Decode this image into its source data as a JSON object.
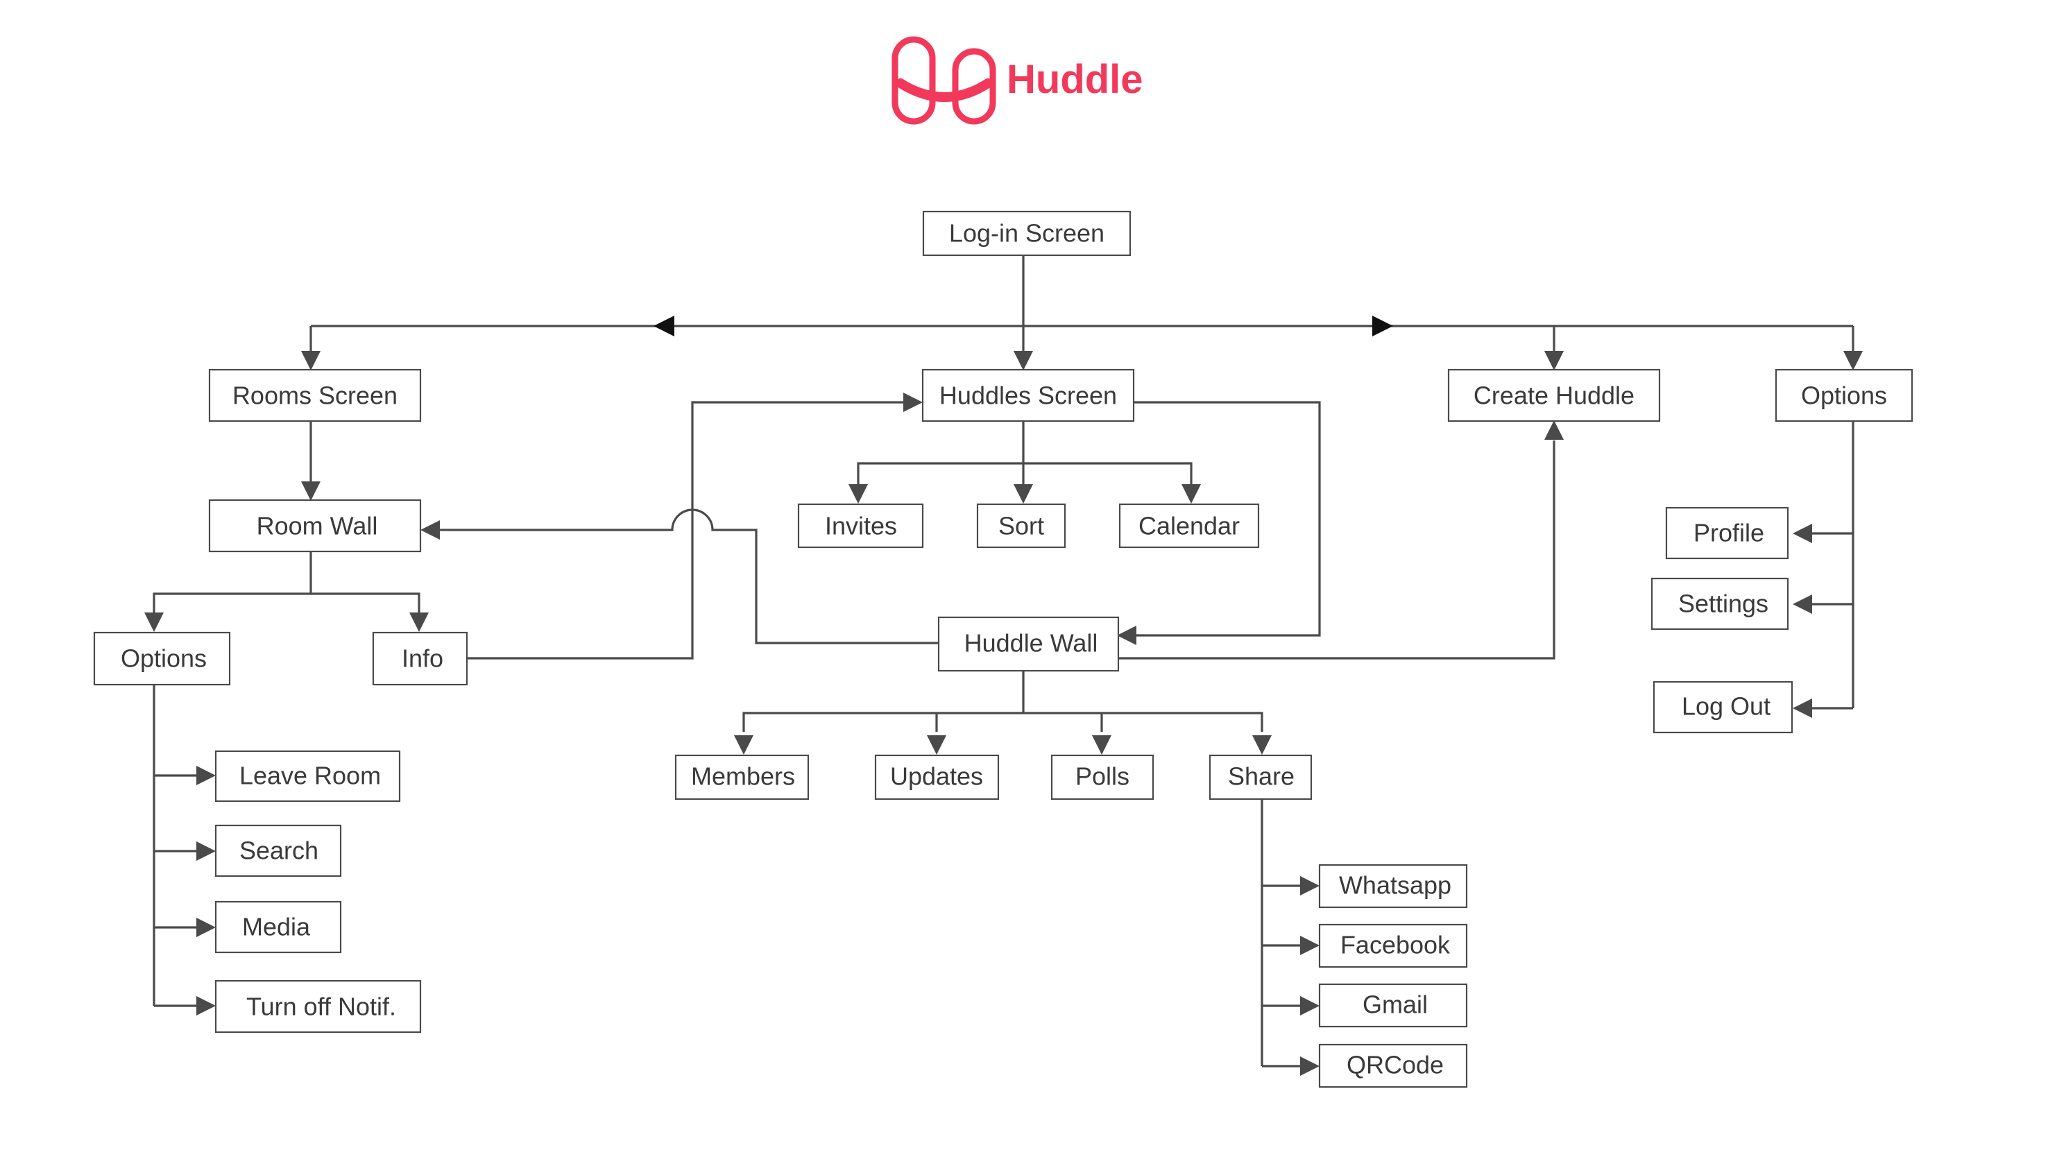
{
  "brand": {
    "name": "Huddle",
    "color": "#f2395b"
  },
  "nodes": {
    "login": "Log-in Screen",
    "rooms": "Rooms Screen",
    "huddles": "Huddles Screen",
    "create": "Create Huddle",
    "options_main": "Options",
    "room_wall": "Room Wall",
    "invites": "Invites",
    "sort": "Sort",
    "calendar": "Calendar",
    "profile": "Profile",
    "settings": "Settings",
    "logout": "Log Out",
    "options_room": "Options",
    "info": "Info",
    "huddle_wall": "Huddle Wall",
    "leave_room": "Leave Room",
    "search": "Search",
    "media": "Media",
    "turn_off": "Turn off Notif.",
    "members": "Members",
    "updates": "Updates",
    "polls": "Polls",
    "share": "Share",
    "whatsapp": "Whatsapp",
    "facebook": "Facebook",
    "gmail": "Gmail",
    "qrcode": "QRCode"
  },
  "colors": {
    "line": "#4a4a4a",
    "text": "#3a3a3a"
  }
}
